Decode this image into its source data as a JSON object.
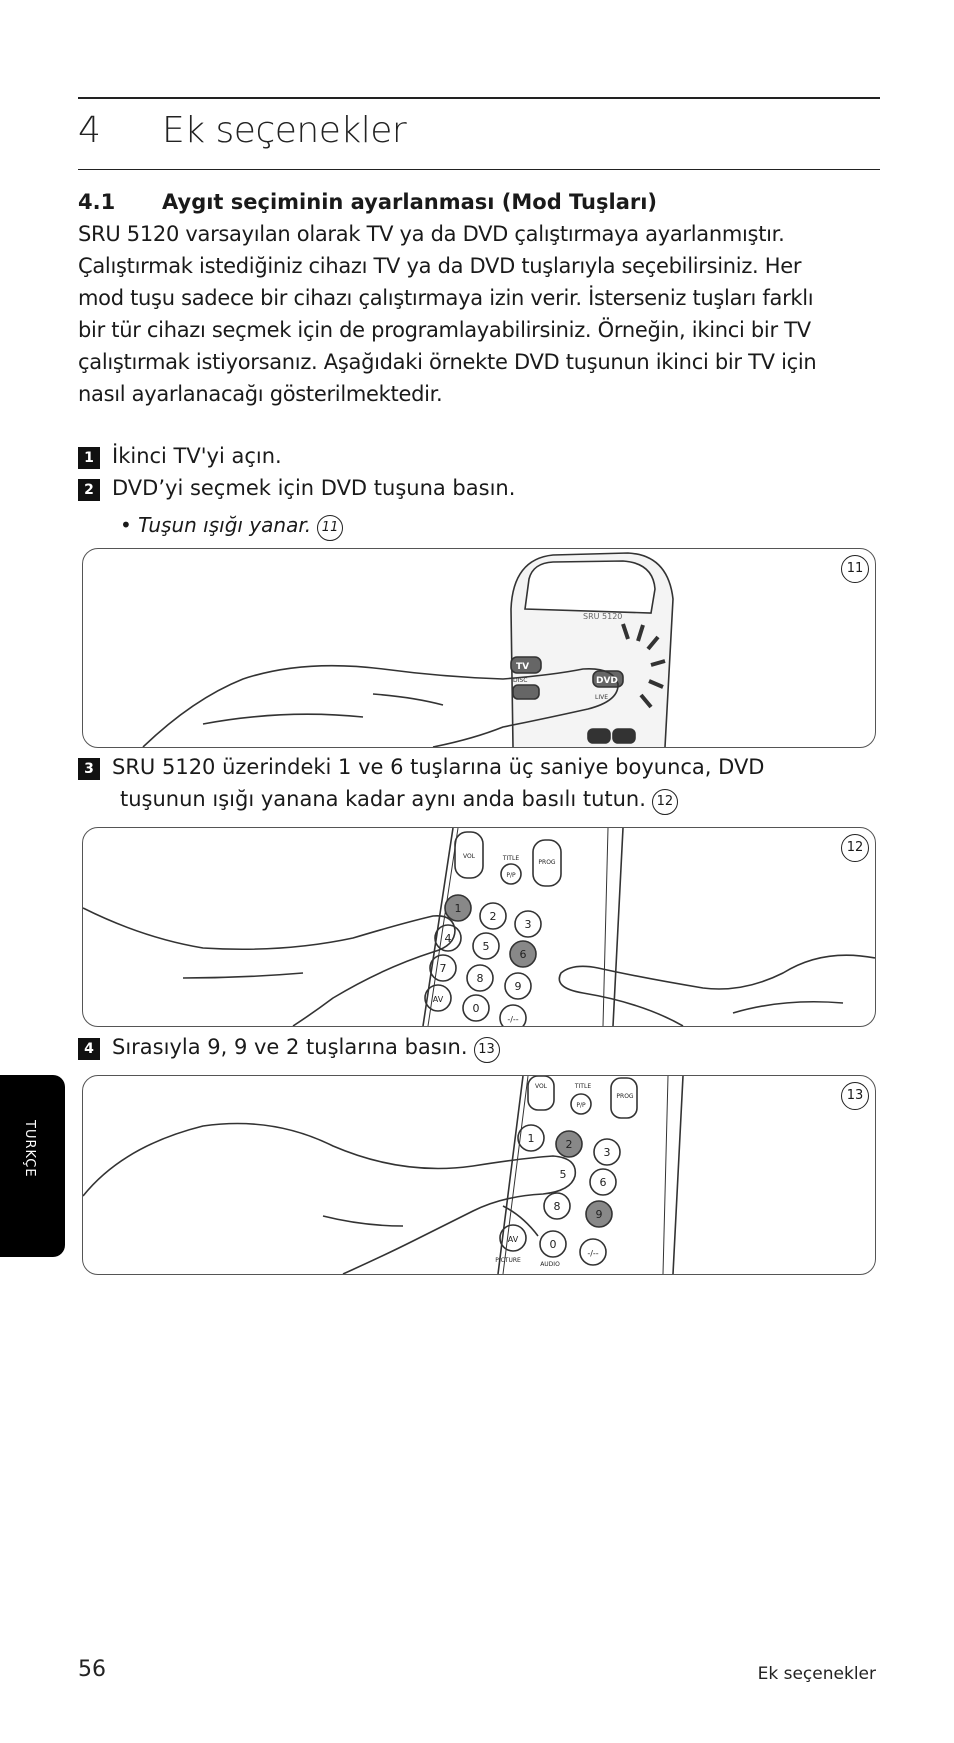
{
  "chapter": {
    "number": "4",
    "title": "Ek seçenekler"
  },
  "section": {
    "number": "4.1",
    "title": "Aygıt seçiminin ayarlanması (Mod Tuşları)"
  },
  "body": [
    "SRU 5120 varsayılan olarak TV ya da DVD çalıştırmaya ayarlanmıştır.",
    "Çalıştırmak istediğiniz cihazı TV ya da DVD tuşlarıyla seçebilirsiniz. Her",
    "mod tuşu sadece bir cihazı çalıştırmaya izin verir. İsterseniz tuşları farklı",
    "bir tür cihazı seçmek için de programlayabilirsiniz. Örneğin, ikinci bir TV",
    "çalıştırmak istiyorsanız. Aşağıdaki örnekte DVD tuşunun ikinci bir TV için",
    "nasıl ayarlanacağı gösterilmektedir."
  ],
  "steps": [
    {
      "num": "1",
      "text": "İkinci TV'yi açın."
    },
    {
      "num": "2",
      "text": "DVD’yi seçmek için DVD tuşuna basın."
    },
    {
      "num": "3",
      "text": "SRU 5120 üzerindeki 1 ve 6 tuşlarına üç saniye boyunca, DVD",
      "text2": "tuşunun ışığı yanana kadar aynı anda basılı tutun.",
      "ref": "12"
    },
    {
      "num": "4",
      "text": "Sırasıyla 9, 9 ve 2 tuşlarına basın.",
      "ref": "13"
    }
  ],
  "bullet": {
    "text": "• Tuşun ışığı yanar.",
    "ref": "11"
  },
  "figures": [
    {
      "badge": "11",
      "remote_label": "SRU 5120",
      "buttons": [
        "TV",
        "DVD"
      ],
      "small_labels": [
        "DISC",
        "LIVE"
      ]
    },
    {
      "badge": "12",
      "keys": [
        "1",
        "2",
        "3",
        "4",
        "5",
        "6",
        "7",
        "8",
        "9",
        "AV",
        "0",
        "-/--"
      ],
      "labels": [
        "VOL",
        "TITLE",
        "PROG",
        "P/P"
      ]
    },
    {
      "badge": "13",
      "keys": [
        "1",
        "2",
        "3",
        "5",
        "6",
        "8",
        "9",
        "AV",
        "0",
        "-/--"
      ],
      "labels": [
        "VOL",
        "TITLE",
        "PROG",
        "P/P",
        "PICTURE",
        "AUDIO"
      ]
    }
  ],
  "side_tab": "TURKÇE",
  "footer": {
    "page": "56",
    "running_title": "Ek seçenekler"
  }
}
